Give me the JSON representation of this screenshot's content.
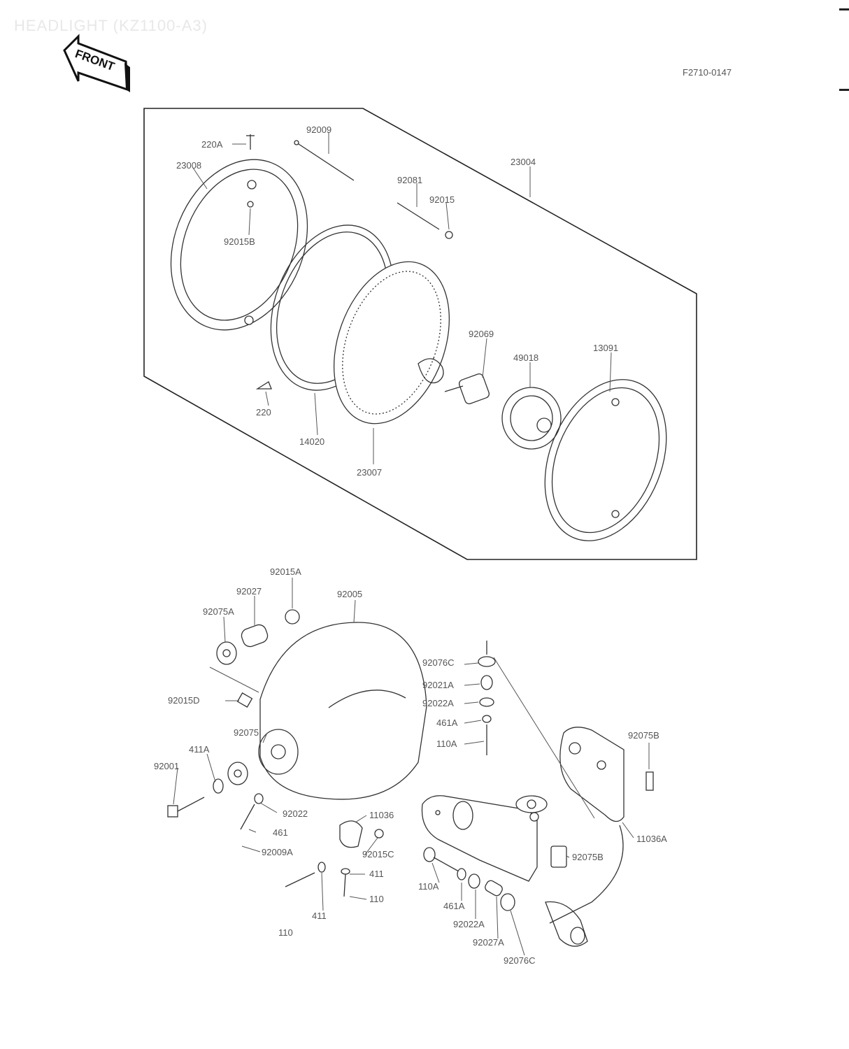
{
  "title": "HEADLIGHT (KZ1100-A3)",
  "ref_code": "F2710-0147",
  "front_badge": "FRONT",
  "labels": {
    "p220A": "220A",
    "p23008": "23008",
    "p92009": "92009",
    "p23004": "23004",
    "p92081": "92081",
    "p92015_top": "92015",
    "p92015B": "92015B",
    "p92069": "92069",
    "p49018": "49018",
    "p13091": "13091",
    "p220": "220",
    "p14020": "14020",
    "p23007": "23007",
    "p92015A": "92015A",
    "p92027": "92027",
    "p92005": "92005",
    "p92075A": "92075A",
    "p92076C_top": "92076C",
    "p92021A": "92021A",
    "p92022A_top": "92022A",
    "p92015D": "92015D",
    "p461A_top": "461A",
    "p110A_top": "110A",
    "p92075": "92075",
    "p92075B_r": "92075B",
    "p411A_left": "411A",
    "p92001": "92001",
    "p92022": "92022",
    "p461": "461",
    "p92009A": "92009A",
    "p11036": "11036",
    "p92015C": "92015C",
    "p411_mid": "411",
    "p110_mid": "110",
    "p411_low": "411",
    "p110_low": "110",
    "p11036A": "11036A",
    "p92075B_mid": "92075B",
    "p110A_low": "110A",
    "p461A_low": "461A",
    "p92022A_low": "92022A",
    "p92027A": "92027A",
    "p92076C_low": "92076C"
  }
}
